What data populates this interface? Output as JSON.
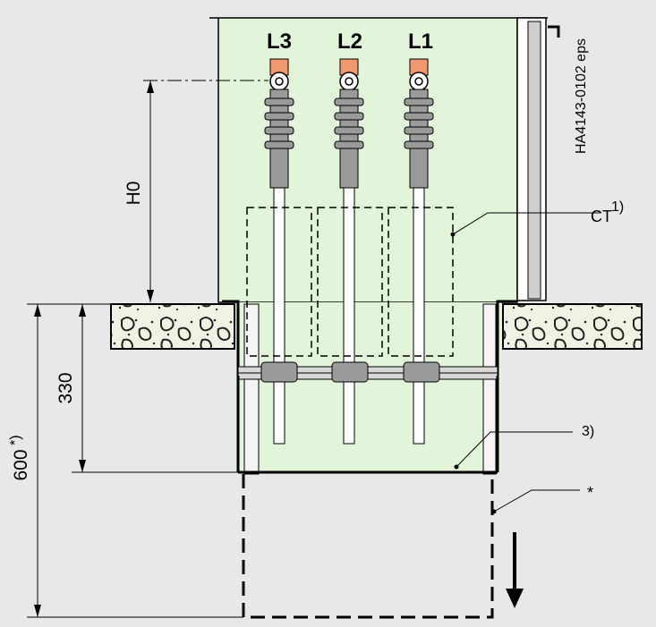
{
  "diagram": {
    "reference_code": "HA4143-0102 eps",
    "phases": [
      {
        "label": "L3"
      },
      {
        "label": "L2"
      },
      {
        "label": "L1"
      }
    ],
    "dimensions": {
      "h0": "H0",
      "d330": "330",
      "d600": "600",
      "d600_note": "*)"
    },
    "callouts": {
      "ct": "CT",
      "ct_sup": "1)",
      "note3": "3)",
      "star": "*"
    },
    "colors": {
      "background": "#e8e8e8",
      "panel_fill": "#e2f4da",
      "terminal": "#f09870",
      "insulator": "#9a9a9a",
      "concrete": "#f2f2e4"
    }
  }
}
